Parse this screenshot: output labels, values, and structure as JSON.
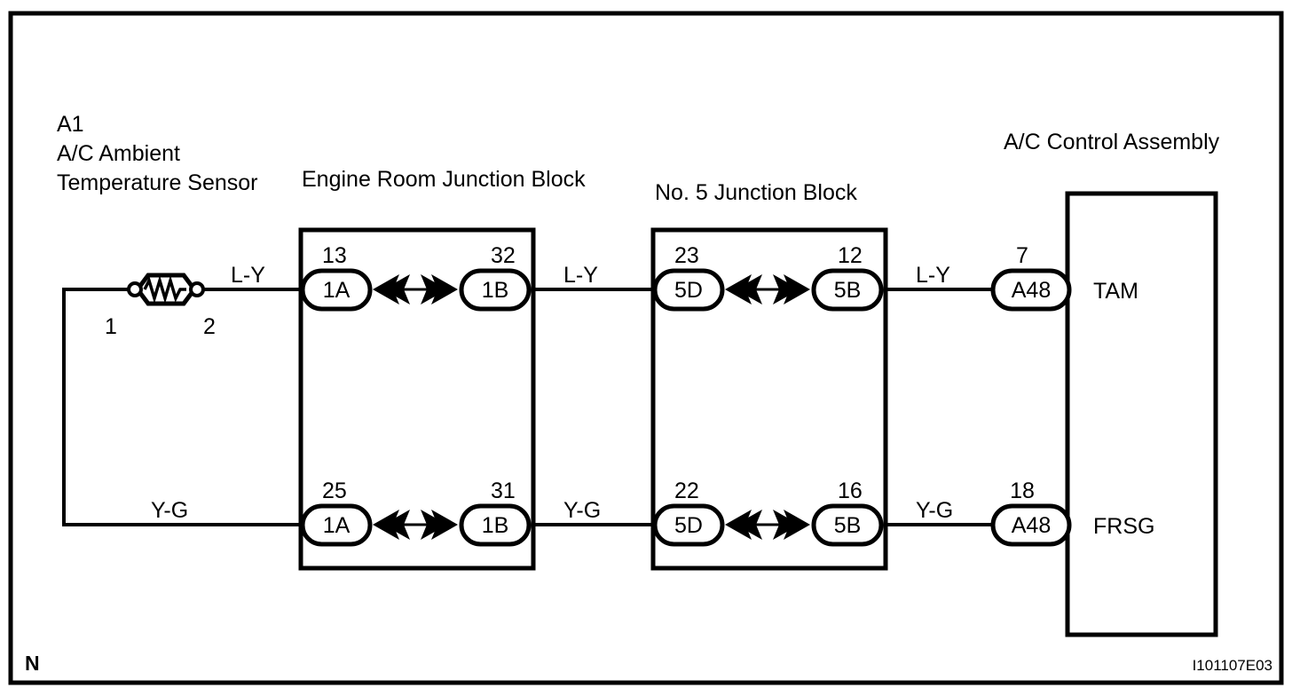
{
  "diagram": {
    "title_sensor_code": "A1",
    "sensor_name_line1": "A/C Ambient",
    "sensor_name_line2": "Temperature Sensor",
    "engine_room_junction_block": "Engine Room Junction Block",
    "no5_junction_block": "No. 5 Junction Block",
    "ac_control_assembly": "A/C Control Assembly",
    "corner_marker": "N",
    "figure_code": "I101107E03"
  },
  "sensor": {
    "pin_left": "1",
    "pin_right": "2",
    "symbol": "thermistor-icon"
  },
  "wires": {
    "top": {
      "color_code_1": "L-Y",
      "color_code_2": "L-Y",
      "color_code_3": "L-Y"
    },
    "bottom": {
      "color_code_1": "Y-G",
      "color_code_2": "Y-G",
      "color_code_3": "Y-G"
    }
  },
  "connectors": {
    "erjb_top_left": {
      "pin": "13",
      "name": "1A"
    },
    "erjb_top_right": {
      "pin": "32",
      "name": "1B"
    },
    "erjb_bottom_left": {
      "pin": "25",
      "name": "1A"
    },
    "erjb_bottom_right": {
      "pin": "31",
      "name": "1B"
    },
    "jb5_top_left": {
      "pin": "23",
      "name": "5D"
    },
    "jb5_top_right": {
      "pin": "12",
      "name": "5B"
    },
    "jb5_bottom_left": {
      "pin": "22",
      "name": "5D"
    },
    "jb5_bottom_right": {
      "pin": "16",
      "name": "5B"
    },
    "ecu_top": {
      "pin": "7",
      "name": "A48"
    },
    "ecu_bottom": {
      "pin": "18",
      "name": "A48"
    }
  },
  "terminals": {
    "top": "TAM",
    "bottom": "FRSG"
  },
  "colors": {
    "line": "#000000",
    "background": "#ffffff"
  }
}
